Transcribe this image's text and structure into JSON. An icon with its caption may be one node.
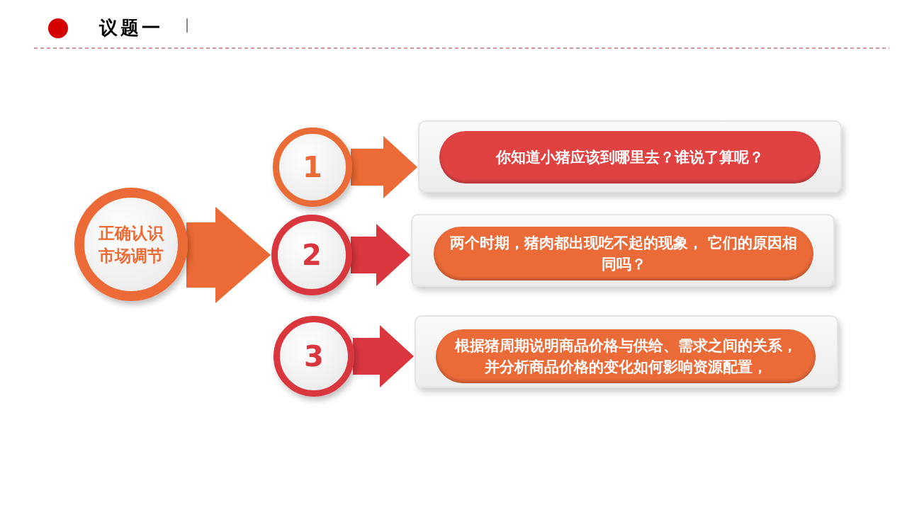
{
  "diagram": {
    "title": "议题一",
    "nodes": [
      {
        "text": [
          "正确认识市场调节"
        ]
      },
      {
        "text": [
          "1"
        ]
      },
      {
        "text": [
          "2"
        ]
      },
      {
        "text": [
          "3"
        ]
      },
      {
        "text": [],
        "shape": "box"
      },
      {
        "text": [
          "你知道小猪应该到哪里去？谁说了算呢？"
        ],
        "in": 4
      },
      {
        "text": [],
        "shape": "box"
      },
      {
        "text": [
          "两个时期，猪肉都出现吃不起的现象， 它们的原因相同吗？"
        ],
        "in": 6
      },
      {
        "text": [],
        "shape": "box"
      },
      {
        "text": [
          "根据猪周期说明商品价格与供给、需求之间的关系，并分析商品价格的变化如何影响资源配置，"
        ],
        "in": 8
      }
    ],
    "edges": [
      {
        "from": 0,
        "to": 2,
        "arrow": "to"
      },
      {
        "from": 1,
        "to": 4,
        "arrow": "to"
      },
      {
        "from": 2,
        "to": 6,
        "arrow": "to",
        "color": "#d9363e"
      },
      {
        "from": 3,
        "to": 8,
        "arrow": "to",
        "color": "#d9363e"
      }
    ]
  }
}
